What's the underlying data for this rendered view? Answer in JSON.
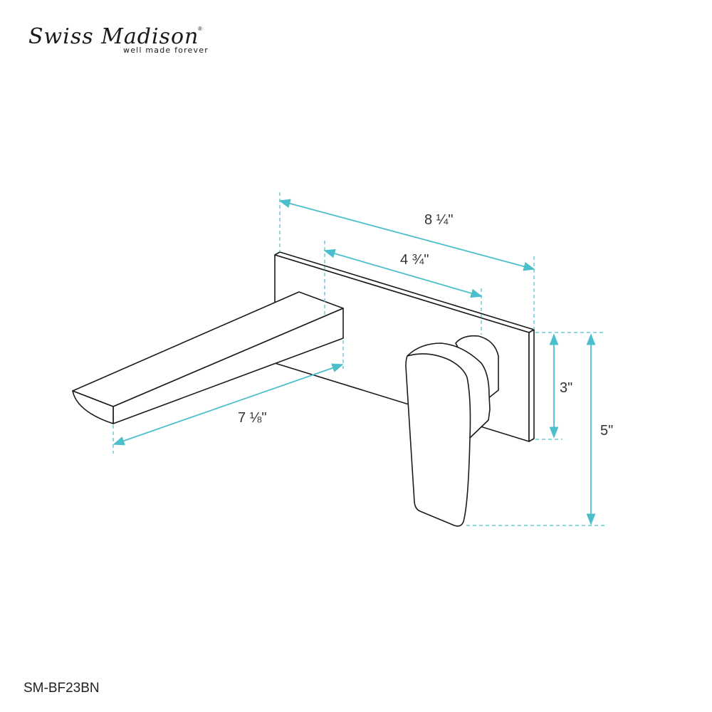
{
  "brand": {
    "name": "Swiss Madison",
    "tagline": "well made forever",
    "registered_mark": "®"
  },
  "dimensions": {
    "overall_width": "8 ¼\"",
    "handle_projection": "4 ¾\"",
    "spout_length": "7 ⅛\"",
    "plate_height": "3\"",
    "overall_height": "5\""
  },
  "colors": {
    "outline": "#1a1a1a",
    "dimension": "#4bbfcc"
  },
  "model_number": "SM-BF23BN"
}
